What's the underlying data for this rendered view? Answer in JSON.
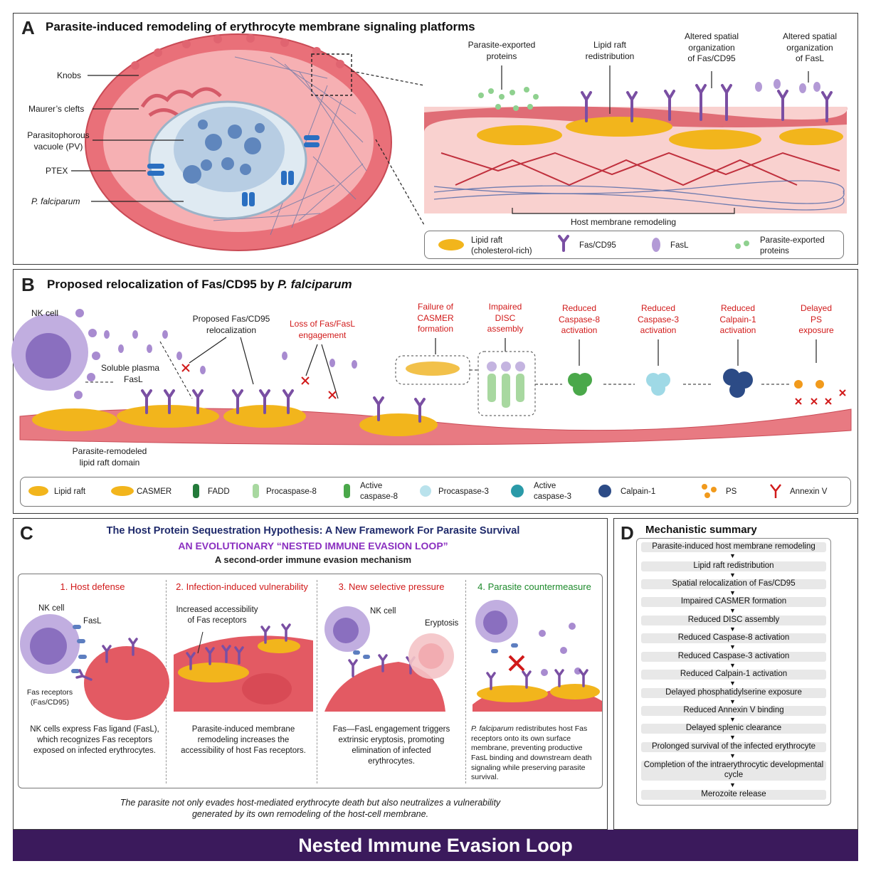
{
  "panelA": {
    "letter": "A",
    "title": "Parasite-induced remodeling of erythrocyte membrane signaling platforms",
    "cell_labels": {
      "knobs": "Knobs",
      "maurers": "Maurer’s clefts",
      "pv_line1": "Parasitophorous",
      "pv_line2": "vacuole (PV)",
      "ptex": "PTEX",
      "pf": "P. falciparum"
    },
    "top_labels": {
      "exported_1": "Parasite-exported",
      "exported_2": "proteins",
      "raft_1": "Lipid raft",
      "raft_2": "redistribution",
      "fas_1": "Altered spatial",
      "fas_2": "organization",
      "fas_3": "of Fas/CD95",
      "fasl_1": "Altered spatial",
      "fasl_2": "organization",
      "fasl_3": "of FasL"
    },
    "remodel_label": "Host membrane remodeling",
    "legend": {
      "raft_1": "Lipid raft",
      "raft_2": "(cholesterol-rich)",
      "fas": "Fas/CD95",
      "fasl": "FasL",
      "exp_1": "Parasite-exported",
      "exp_2": "proteins"
    }
  },
  "panelB": {
    "letter": "B",
    "title_prefix": "Proposed relocalization of Fas/CD95 by ",
    "title_italic": "P. falciparum",
    "nk_label": "NK cell",
    "soluble_1": "Soluble plasma",
    "soluble_2": "FasL",
    "proposed_1": "Proposed Fas/CD95",
    "proposed_2": "relocalization",
    "loss_1": "Loss of Fas/FasL",
    "loss_2": "engagement",
    "failure": [
      "Failure of",
      "CASMER",
      "formation"
    ],
    "impaired": [
      "Impaired",
      "DISC",
      "assembly"
    ],
    "casp8": [
      "Reduced",
      "Caspase-8",
      "activation"
    ],
    "casp3": [
      "Reduced",
      "Caspase-3",
      "activation"
    ],
    "calpain": [
      "Reduced",
      "Calpain-1",
      "activation"
    ],
    "ps": [
      "Delayed",
      "PS",
      "exposure"
    ],
    "domain_1": "Parasite-remodeled",
    "domain_2": "lipid raft domain",
    "legend": {
      "raft": "Lipid raft",
      "casmer": "CASMER",
      "fadd": "FADD",
      "procasp8": "Procaspase-8",
      "active8_1": "Active",
      "active8_2": "caspase-8",
      "procasp3": "Procaspase-3",
      "active3_1": "Active",
      "active3_2": "caspase-3",
      "calpain": "Calpain-1",
      "ps": "PS",
      "annexin": "Annexin V"
    }
  },
  "panelC": {
    "letter": "C",
    "title": "The Host Protein Sequestration Hypothesis: A New Framework For Parasite Survival",
    "subtitle": "AN EVOLUTIONARY “NESTED IMMUNE EVASION LOOP”",
    "subsubtitle": "A second-order immune evasion mechanism",
    "cards": [
      {
        "head": "1. Host defense",
        "text": "NK cells express Fas ligand (FasL), which recognizes Fas receptors exposed on infected erythrocytes."
      },
      {
        "head": "2. Infection-induced vulnerability",
        "text": "Parasite-induced membrane remodeling increases the accessibility of host Fas receptors."
      },
      {
        "head": "3. New selective pressure",
        "text": "Fas—FasL engagement triggers extrinsic eryptosis, promoting elimination of infected erythrocytes."
      },
      {
        "head": "4. Parasite countermeasure",
        "text_italic": "P. falciparum",
        "text": " redistributes host Fas receptors onto its own surface membrane, preventing productive FasL binding and downstream death signaling while preserving parasite survival."
      }
    ],
    "card1_labels": {
      "nk": "NK cell",
      "fasl": "FasL",
      "fasr_1": "Fas receptors",
      "fasr_2": "(Fas/CD95)"
    },
    "card2_labels": {
      "inc_1": "Increased accessibility",
      "inc_2": "of Fas receptors"
    },
    "card3_labels": {
      "nk": "NK cell",
      "eryptosis": "Eryptosis"
    },
    "footer_1": "The parasite not only evades host-mediated erythrocyte death but also neutralizes a vulnerability",
    "footer_2": "generated by its own remodeling of the host-cell membrane."
  },
  "panelD": {
    "letter": "D",
    "title": "Mechanistic summary",
    "steps": [
      "Parasite-induced host membrane remodeling",
      "Lipid raft redistribution",
      "Spatial relocalization of Fas/CD95",
      "Impaired CASMER formation",
      "Reduced DISC assembly",
      "Reduced Caspase-8 activation",
      "Reduced Caspase-3 activation",
      "Reduced Calpain-1 activation",
      "Delayed phosphatidylserine exposure",
      "Reduced Annexin V binding",
      "Delayed splenic clearance",
      "Prolonged survival of the infected erythrocyte",
      "Completion of the intraerythrocytic developmental cycle",
      "Merozoite release"
    ]
  },
  "banner": "Nested Immune Evasion Loop",
  "colors": {
    "membrane": "#e8707a",
    "raft": "#f2b51c",
    "fas": "#7a4fa3",
    "nk": "#a88bd0",
    "red_text": "#d11a1a",
    "banner": "#3b1a5c"
  }
}
